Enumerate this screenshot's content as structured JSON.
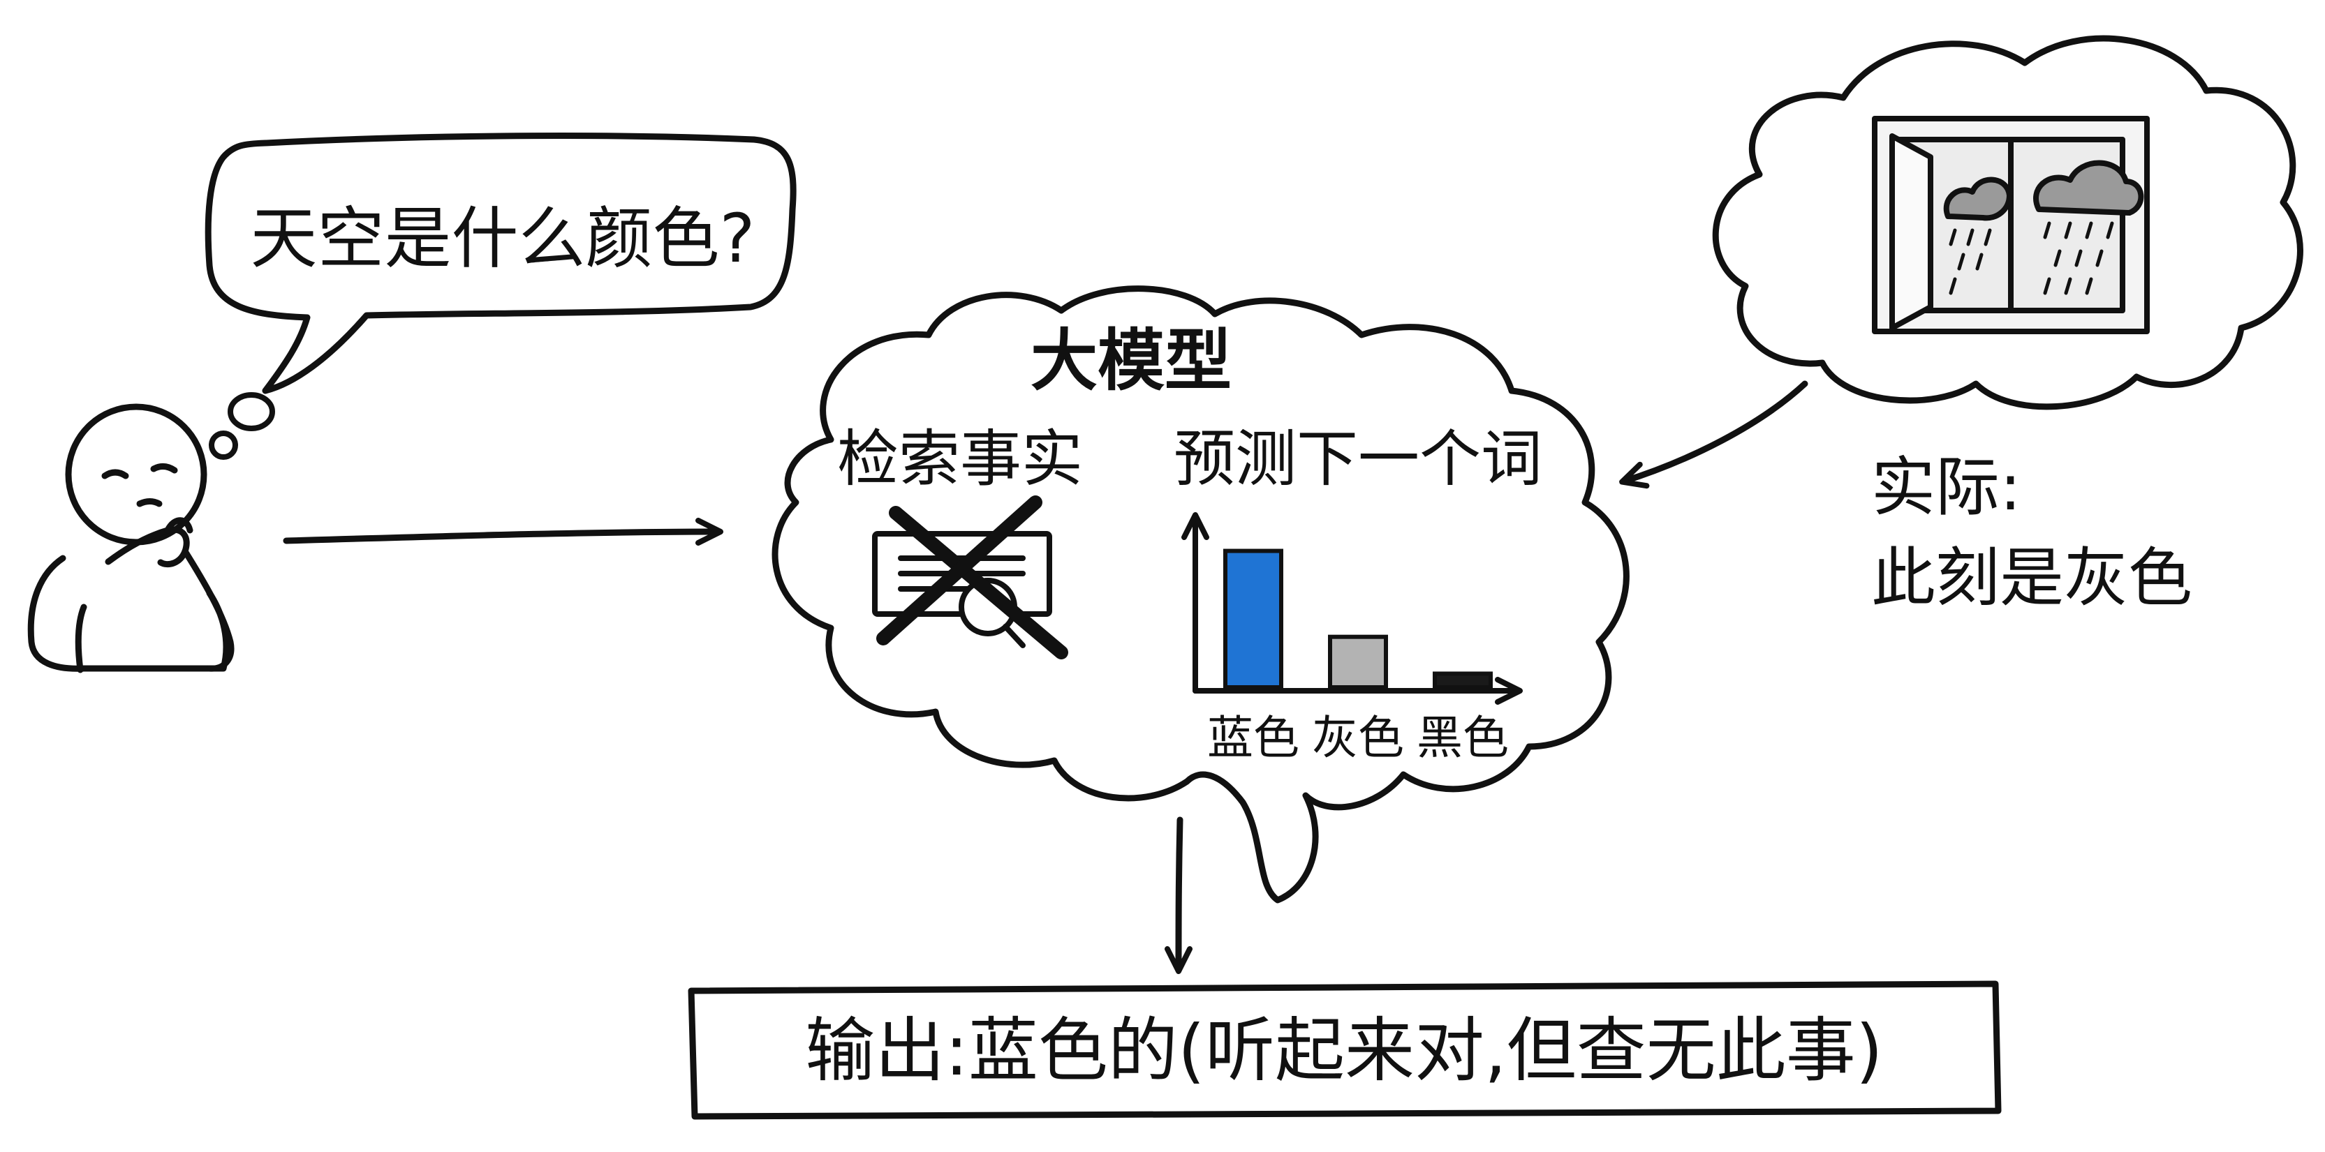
{
  "speech_bubble": {
    "text": "天空是什么颜色?"
  },
  "model": {
    "title": "大模型",
    "left_label": "检索事实",
    "right_label": "预测下一个词",
    "chart_data": {
      "type": "bar",
      "categories": [
        "蓝色",
        "灰色",
        "黑色"
      ],
      "values": [
        1.0,
        0.37,
        0.1
      ],
      "colors": [
        "#1f74d4",
        "#b3b3b3",
        "#1a1a1a"
      ],
      "title": "",
      "xlabel": "",
      "ylabel": "",
      "ylim": [
        0,
        1.1
      ],
      "grid": false
    }
  },
  "actual": {
    "line1": "实际:",
    "line2": "此刻是灰色"
  },
  "output": {
    "text": "输出:蓝色的(听起来对,但查无此事)"
  },
  "colors": {
    "ink": "#111111",
    "cloud_fill": "#d9d9d9",
    "highlight_bar": "#1f74d4",
    "mid_bar": "#b3b3b3",
    "dark_bar": "#1a1a1a"
  },
  "icons": [
    "thinking-person-icon",
    "document-search-icon",
    "rainy-window-icon",
    "cloud-icon"
  ]
}
